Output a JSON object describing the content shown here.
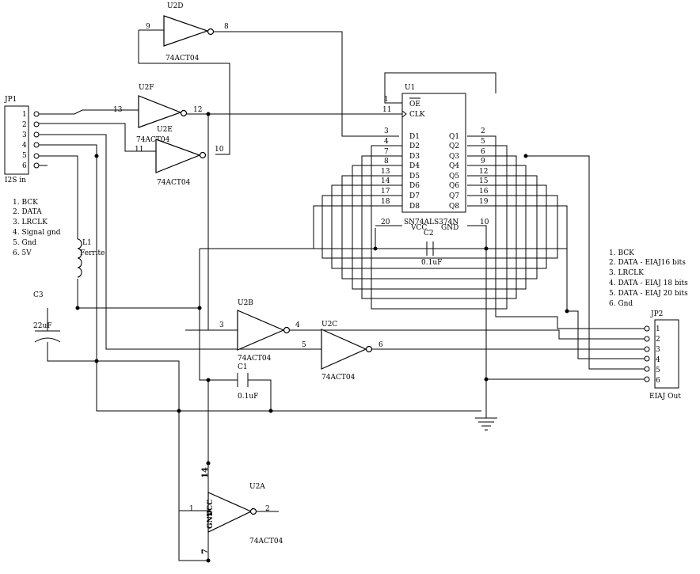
{
  "connectors": {
    "jp1": {
      "ref": "JP1",
      "name": "I2S in",
      "pins": [
        "1",
        "2",
        "3",
        "4",
        "5",
        "6"
      ],
      "legend": [
        "1. BCK",
        "2. DATA",
        "3. LRCLK",
        "4. Signal gnd",
        "5. Gnd",
        "6. 5V"
      ]
    },
    "jp2": {
      "ref": "JP2",
      "name": "EIAJ Out",
      "pins": [
        "1",
        "2",
        "3",
        "4",
        "5",
        "6"
      ],
      "legend": [
        "1. BCK",
        "2. DATA - EIAJ16 bits",
        "3. LRCLK",
        "4. DATA - EIAJ 18 bits",
        "5. DATA - EIAJ 20 bits",
        "6. Gnd"
      ]
    }
  },
  "ic_u1": {
    "ref": "U1",
    "part": "SN74ALS374N",
    "left_pins": [
      {
        "num": "1",
        "name": "OE"
      },
      {
        "num": "11",
        "name": "CLK"
      },
      {
        "num": "3",
        "name": "D1"
      },
      {
        "num": "4",
        "name": "D2"
      },
      {
        "num": "7",
        "name": "D3"
      },
      {
        "num": "8",
        "name": "D4"
      },
      {
        "num": "13",
        "name": "D5"
      },
      {
        "num": "14",
        "name": "D6"
      },
      {
        "num": "17",
        "name": "D7"
      },
      {
        "num": "18",
        "name": "D8"
      }
    ],
    "right_pins": [
      {
        "num": "2",
        "name": "Q1"
      },
      {
        "num": "5",
        "name": "Q2"
      },
      {
        "num": "6",
        "name": "Q3"
      },
      {
        "num": "9",
        "name": "Q4"
      },
      {
        "num": "12",
        "name": "Q5"
      },
      {
        "num": "15",
        "name": "Q6"
      },
      {
        "num": "16",
        "name": "Q7"
      },
      {
        "num": "19",
        "name": "Q8"
      }
    ],
    "vcc": {
      "num": "20",
      "name": "VCC"
    },
    "gnd": {
      "num": "10",
      "name": "GND"
    }
  },
  "gates": [
    {
      "ref": "U2D",
      "part": "74ACT04",
      "in_pin": "9",
      "out_pin": "8"
    },
    {
      "ref": "U2F",
      "part": "74ACT04",
      "in_pin": "13",
      "out_pin": "12"
    },
    {
      "ref": "U2E",
      "part": "74ACT04",
      "in_pin": "11",
      "out_pin": "10"
    },
    {
      "ref": "U2B",
      "part": "74ACT04",
      "in_pin": "3",
      "out_pin": "4"
    },
    {
      "ref": "U2C",
      "part": "74ACT04",
      "in_pin": "5",
      "out_pin": "6"
    },
    {
      "ref": "U2A",
      "part": "74ACT04",
      "in_pin": "1",
      "out_pin": "2",
      "pwr_pin": "14",
      "gnd_pin": "7",
      "pwr_label": "VCC",
      "gnd_label": "GND"
    }
  ],
  "passives": {
    "c1": {
      "ref": "C1",
      "value": "0.1uF"
    },
    "c2": {
      "ref": "C2",
      "value": "0.1uF"
    },
    "c3": {
      "ref": "C3",
      "value": "22uF"
    },
    "l1": {
      "ref": "L1",
      "value": "Ferrite"
    }
  }
}
